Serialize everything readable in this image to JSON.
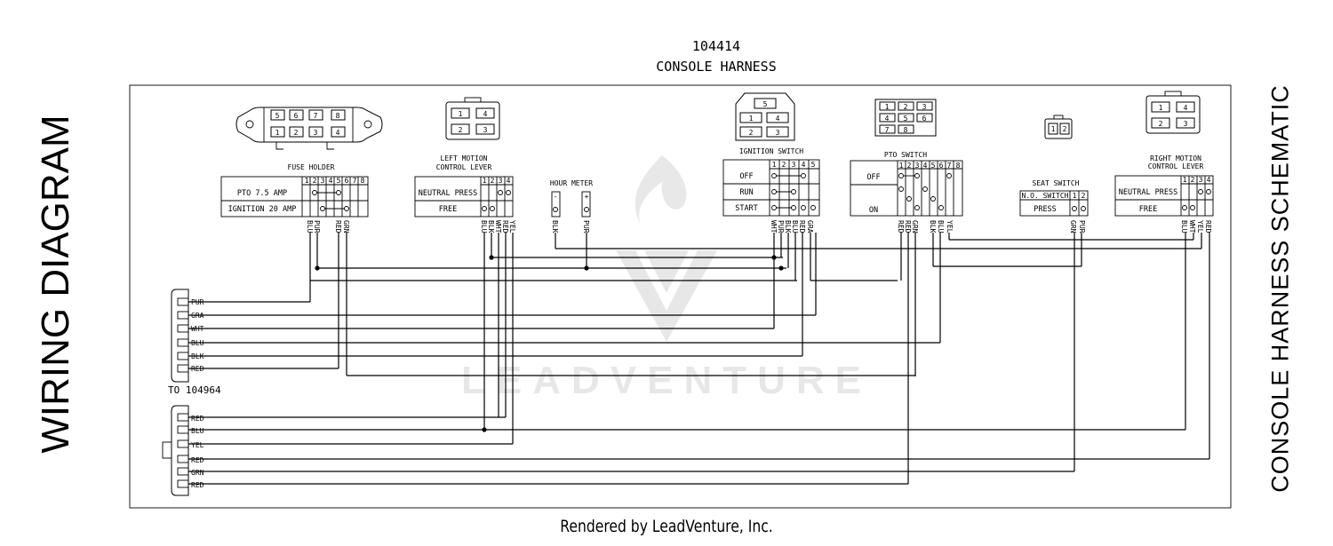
{
  "sheet": {
    "part_number": "104414",
    "harness_name": "CONSOLE HARNESS",
    "left_title": "WIRING DIAGRAM",
    "right_title": "CONSOLE HARNESS SCHEMATIC",
    "footer": "Rendered by LeadVenture, Inc.",
    "watermark": "LEADVENTURE"
  },
  "connectors": {
    "fuse_holder_pins": [
      "5",
      "6",
      "7",
      "8",
      "1",
      "2",
      "3",
      "4"
    ],
    "left_motion_pins": [
      "1",
      "4",
      "2",
      "3"
    ],
    "ignition_pins": [
      "5",
      "1",
      "4",
      "2",
      "3"
    ],
    "pto_pins": [
      "1",
      "2",
      "3",
      "4",
      "5",
      "6",
      "7",
      "8"
    ],
    "seat_pins": [
      "1",
      "2"
    ],
    "right_motion_pins": [
      "1",
      "4",
      "2",
      "3"
    ]
  },
  "fuse_holder": {
    "title": "FUSE HOLDER",
    "cols": [
      "1",
      "2",
      "3",
      "4",
      "5",
      "6",
      "7",
      "8"
    ],
    "rows": [
      "PTO 7.5 AMP",
      "IGNITION 20 AMP"
    ],
    "wires": [
      "BLU",
      "PUR",
      "RED",
      "GRN"
    ]
  },
  "left_motion": {
    "title1": "LEFT MOTION",
    "title2": "CONTROL LEVER",
    "cols": [
      "1",
      "2",
      "3",
      "4"
    ],
    "rows": [
      "NEUTRAL PRESS",
      "FREE"
    ],
    "wires": [
      "BLU",
      "BLK",
      "WHT",
      "RED",
      "YEL"
    ]
  },
  "hour_meter": {
    "title": "HOUR METER",
    "minus": "-",
    "plus": "+",
    "wires": [
      "BLK",
      "PUR"
    ]
  },
  "ignition": {
    "title": "IGNITION SWITCH",
    "cols": [
      "1",
      "2",
      "3",
      "4",
      "5"
    ],
    "rows": [
      "OFF",
      "RUN",
      "START"
    ],
    "wires": [
      "WHT",
      "PUR",
      "BLK",
      "BLU",
      "RED",
      "GRA"
    ]
  },
  "pto": {
    "title": "PTO SWITCH",
    "cols": [
      "1",
      "2",
      "3",
      "4",
      "5",
      "6",
      "7",
      "8"
    ],
    "rows": [
      "OFF",
      "ON"
    ],
    "wires": [
      "RED",
      "RED",
      "GRN",
      "BLK",
      "BLU",
      "YEL"
    ]
  },
  "seat": {
    "title": "SEAT SWITCH",
    "cols": [
      "N.O. SWITCH",
      "1",
      "2"
    ],
    "rows": [
      "PRESS"
    ],
    "wires": [
      "GRN",
      "PUR"
    ]
  },
  "right_motion": {
    "title1": "RIGHT MOTION",
    "title2": "CONTROL LEVER",
    "cols": [
      "1",
      "2",
      "3",
      "4"
    ],
    "rows": [
      "NEUTRAL PRESS",
      "FREE"
    ],
    "wires": [
      "BLU",
      "WHT",
      "YEL",
      "RED"
    ]
  },
  "plug_a": {
    "pins": [
      "PUR",
      "GRA",
      "WHT",
      "BLU",
      "BLK",
      "RED"
    ],
    "to_label": "TO 104964"
  },
  "plug_b": {
    "pins": [
      "RED",
      "BLU",
      "YEL",
      "RED",
      "GRN",
      "RED"
    ]
  }
}
